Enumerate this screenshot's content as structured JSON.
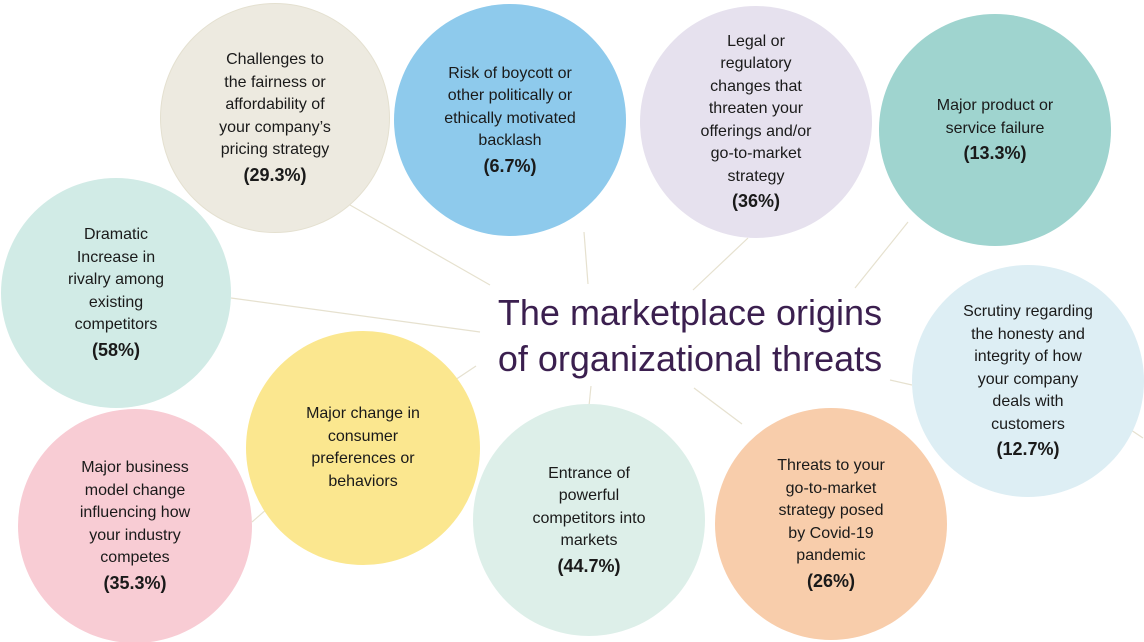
{
  "title": "The marketplace origins\nof organizational threats",
  "bubbles": {
    "pricing": {
      "text": "Challenges to\nthe fairness or\naffordability of\nyour company’s\npricing strategy",
      "value": "(29.3%)",
      "color": "#edeae0"
    },
    "boycott": {
      "text": "Risk of boycott or\nother politically or\nethically motivated\nbacklash",
      "value": "(6.7%)",
      "color": "#8ecaec"
    },
    "legal": {
      "text": "Legal or\nregulatory\nchanges that\nthreaten your\nofferings and/or\ngo-to-market\nstrategy",
      "value": "(36%)",
      "color": "#e6e1ee"
    },
    "failure": {
      "text": "Major product or\nservice failure",
      "value": "(13.3%)",
      "color": "#9fd4cf"
    },
    "rivalry": {
      "text": "Dramatic\nIncrease in\nrivalry among\nexisting\ncompetitors",
      "value": "(58%)",
      "color": "#d1ebe6"
    },
    "consumer": {
      "text": "Major change in\nconsumer\npreferences or\nbehaviors",
      "value": "",
      "color": "#fbe78f"
    },
    "business": {
      "text": "Major business\nmodel change\ninfluencing how\nyour industry\ncompetes",
      "value": "(35.3%)",
      "color": "#f8ccd4"
    },
    "entrance": {
      "text": "Entrance of\npowerful\ncompetitors into\nmarkets",
      "value": "(44.7%)",
      "color": "#ddefe9"
    },
    "covid": {
      "text": "Threats to your\ngo-to-market\nstrategy posed\nby Covid-19\npandemic",
      "value": "(26%)",
      "color": "#f8cdab"
    },
    "scrutiny": {
      "text": "Scrutiny regarding\nthe honesty and\nintegrity of how\nyour company\ndeals with\ncustomers",
      "value": "(12.7%)",
      "color": "#ddeef4"
    }
  }
}
